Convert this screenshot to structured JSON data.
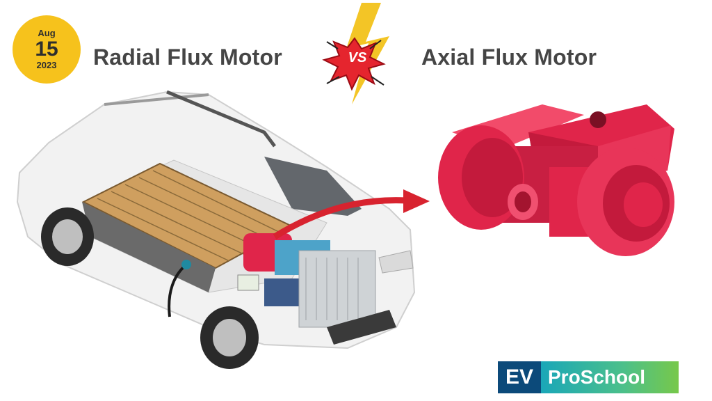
{
  "date": {
    "month": "Aug",
    "day": "15",
    "year": "2023"
  },
  "titles": {
    "left": "Radial Flux Motor",
    "right": "Axial Flux Motor"
  },
  "versus": "VS",
  "logo": {
    "prefix": "EV",
    "name": "ProSchool"
  },
  "colors": {
    "badge": "#f6c21c",
    "motor": "#e0254a",
    "arrow": "#d8232f",
    "logo_dark": "#0c4a7a",
    "logo_gradient_start": "#1aa7b8",
    "logo_gradient_end": "#77c84a"
  }
}
